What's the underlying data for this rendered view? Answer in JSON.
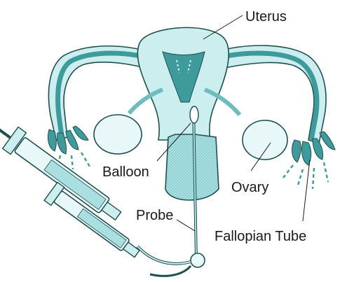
{
  "labels": {
    "uterus": "Uterus",
    "balloon": "Balloon",
    "ovary": "Ovary",
    "probe": "Probe",
    "fallopian_tube": "Fallopian Tube"
  },
  "colors": {
    "tissue_light": "#cdeeef",
    "tissue_mid": "#a9dfe0",
    "fluid_dark": "#3f9a9c",
    "outline": "#1f4f50",
    "label_text": "#1a1a1a"
  }
}
